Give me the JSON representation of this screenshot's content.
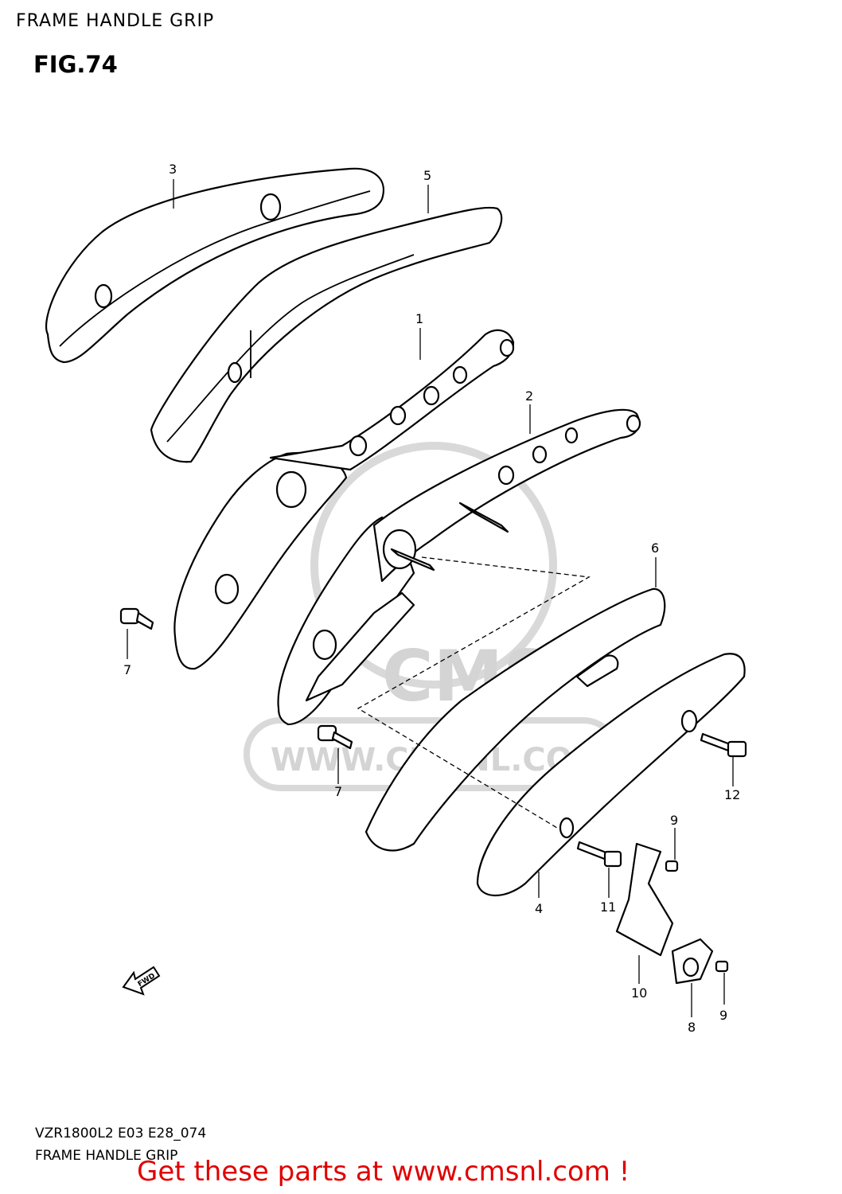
{
  "header": {
    "title": "FRAME HANDLE GRIP"
  },
  "figure": {
    "label": "FIG.74"
  },
  "watermark": {
    "logo": "CMS",
    "url": "WWW.CMSNL.COM"
  },
  "callouts": {
    "c1": "1",
    "c2": "2",
    "c3": "3",
    "c4": "4",
    "c5": "5",
    "c6": "6",
    "c7a": "7",
    "c7b": "7",
    "c8": "8",
    "c9a": "9",
    "c9b": "9",
    "c10": "10",
    "c11": "11",
    "c12": "12"
  },
  "fwd_arrow": {
    "label": "FWD"
  },
  "footer": {
    "code": "VZR1800L2  E03  E28_074",
    "caption": "FRAME HANDLE GRIP",
    "promo": "Get these parts at www.cmsnl.com !"
  },
  "colors": {
    "promo": "#e00000",
    "watermark": "#d4d4d4",
    "line": "#000000"
  }
}
